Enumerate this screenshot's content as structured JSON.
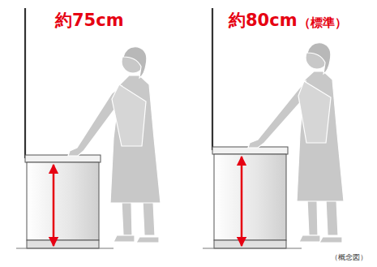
{
  "diagram": {
    "labels": [
      "約75cm",
      "約80cm",
      "（標準）",
      "（概念図）"
    ]
  }
}
